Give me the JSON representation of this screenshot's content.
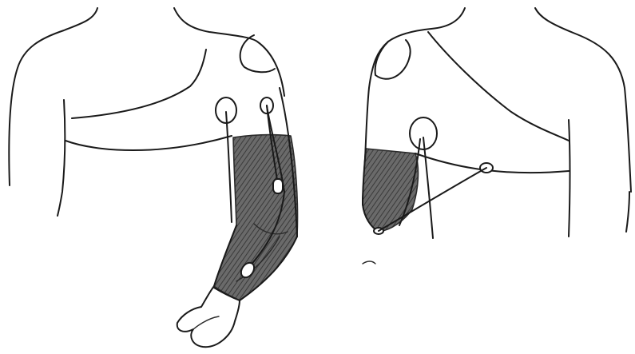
{
  "illustration": {
    "figures": [
      {
        "id": "left",
        "subject": "torso-with-extended-arm"
      },
      {
        "id": "right",
        "subject": "torso-with-amputated-arm"
      }
    ],
    "colors": {
      "ink": "#1a1a1a",
      "shade": "#5a5a5a",
      "background": "#ffffff"
    }
  }
}
